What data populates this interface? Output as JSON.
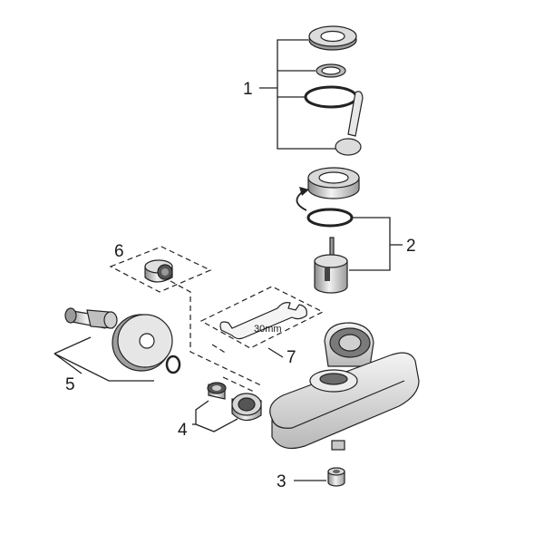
{
  "callouts": {
    "c1": "1",
    "c2": "2",
    "c3": "3",
    "c4": "4",
    "c5": "5",
    "c6": "6",
    "c7": "7"
  },
  "wrench_size": "30mm",
  "colors": {
    "line": "#222222",
    "part_fill": "#eeeeee",
    "part_shade": "#bdbdbd",
    "dark": "#555555"
  }
}
